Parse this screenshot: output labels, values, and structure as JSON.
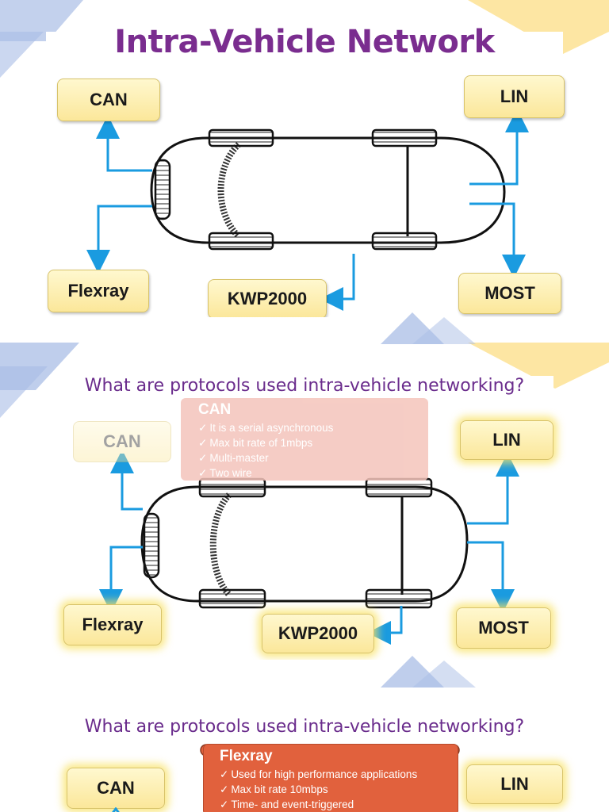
{
  "slides": [
    {
      "title": "Intra-Vehicle Network",
      "protocols": [
        "CAN",
        "LIN",
        "Flexray",
        "KWP2000",
        "MOST"
      ]
    },
    {
      "title": "What are protocols used intra-vehicle networking?",
      "protocols": [
        "CAN",
        "LIN",
        "Flexray",
        "KWP2000",
        "MOST"
      ],
      "info": {
        "heading": "CAN",
        "points": [
          "It is a serial asynchronous",
          "Max bit rate of 1mbps",
          "Multi-master",
          "Two wire"
        ]
      }
    },
    {
      "title": "What are protocols used intra-vehicle networking?",
      "protocols": [
        "CAN",
        "LIN"
      ],
      "info": {
        "heading": "Flexray",
        "points": [
          "Used for high performance applications",
          "Max bit rate 10mbps",
          "Time- and event-triggered"
        ]
      }
    }
  ],
  "colors": {
    "title": "#7a2d8f",
    "arrow": "#1a9be0",
    "box_fill": "#fbe79a",
    "can_card": "#f4c4bb",
    "flexray_card": "#e1613d",
    "deco_blue": "#a9bde6",
    "deco_yellow": "#fde6a3"
  }
}
